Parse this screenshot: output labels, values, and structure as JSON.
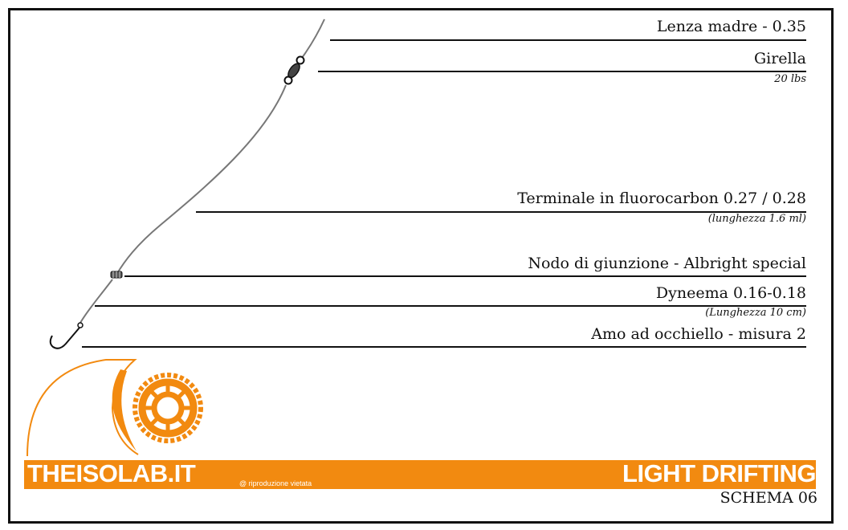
{
  "labels": {
    "mainline": "Lenza madre - 0.35",
    "swivel": "Girella",
    "swivel_note": "20 lbs",
    "leader": "Terminale in fluorocarbon 0.27 / 0.28",
    "leader_note": "(lunghezza 1.6 ml)",
    "knot": "Nodo di giunzione - Albright special",
    "dyneema": "Dyneema 0.16-0.18",
    "dyneema_note": "(Lunghezza 10 cm)",
    "hook": "Amo ad occhiello - misura 2"
  },
  "footer": {
    "brand": "THEISOLAB.IT",
    "copyright": "@ riproduzione vietata",
    "title": "LIGHT DRIFTING",
    "schema": "SCHEMA 06"
  },
  "colors": {
    "accent": "#f28a10",
    "line": "#111111",
    "fishing_line": "#777777"
  },
  "icons": [
    "swivel-icon",
    "knot-icon",
    "hook-icon",
    "logo-wheel-icon"
  ]
}
